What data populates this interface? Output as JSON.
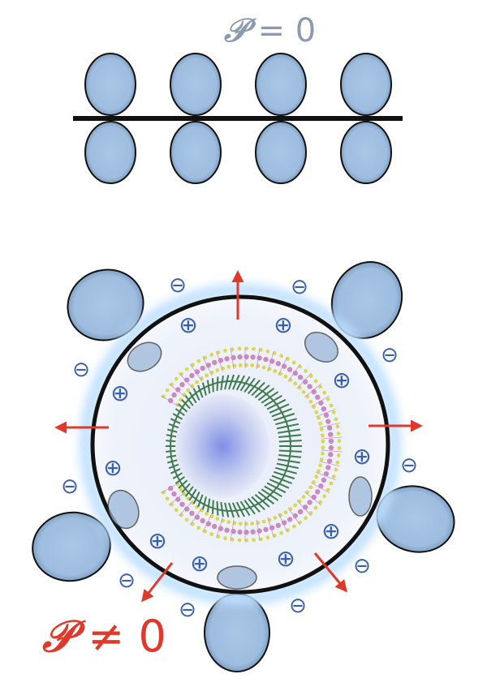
{
  "labels": {
    "top": {
      "symbol": "𝒫",
      "relation": "= 0"
    },
    "bottom": {
      "symbol": "𝒫",
      "relation": "≠ 0"
    }
  },
  "charges": {
    "negative": "⊖",
    "positive": "⊕"
  },
  "colors": {
    "orbital_fill": "#a3c2e3",
    "orbital_edge": "#111111",
    "charge_color": "#3a5fb0",
    "arrow_color": "#e0392b",
    "top_label": "#8c9ab0",
    "bottom_label": "#e0392b",
    "shell_glow": "#bfe0ff",
    "inner_tube": "#3f7a4c",
    "outer_tube_yellow": "#d9d94a",
    "outer_tube_pink": "#c98ac0"
  }
}
